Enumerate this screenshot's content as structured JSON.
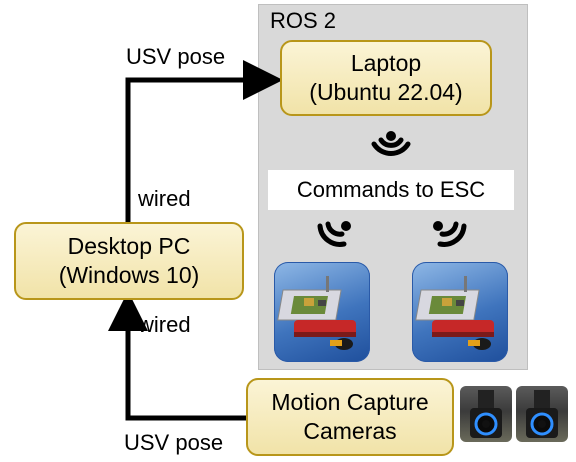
{
  "ros": {
    "label": "ROS 2"
  },
  "laptop": {
    "line1": "Laptop",
    "line2": "(Ubuntu 22.04)"
  },
  "commands": {
    "label": "Commands to ESC"
  },
  "desktop": {
    "line1": "Desktop PC",
    "line2": "(Windows 10)"
  },
  "mocap": {
    "line1": "Motion Capture",
    "line2": "Cameras"
  },
  "edges": {
    "usv_pose_top": "USV pose",
    "wired_top": "wired",
    "wired_bottom": "wired",
    "usv_pose_bottom": "USV pose"
  },
  "colors": {
    "node_fill": "#f1e3a8",
    "node_border": "#b8961a",
    "ros_panel": "#d9d9d9",
    "arrow": "#000000"
  },
  "icons": [
    "wireless-signal-icon",
    "wireless-signal-icon",
    "wireless-signal-icon",
    "usv-boat-image",
    "usv-boat-image",
    "mocap-camera-image",
    "mocap-camera-image"
  ]
}
